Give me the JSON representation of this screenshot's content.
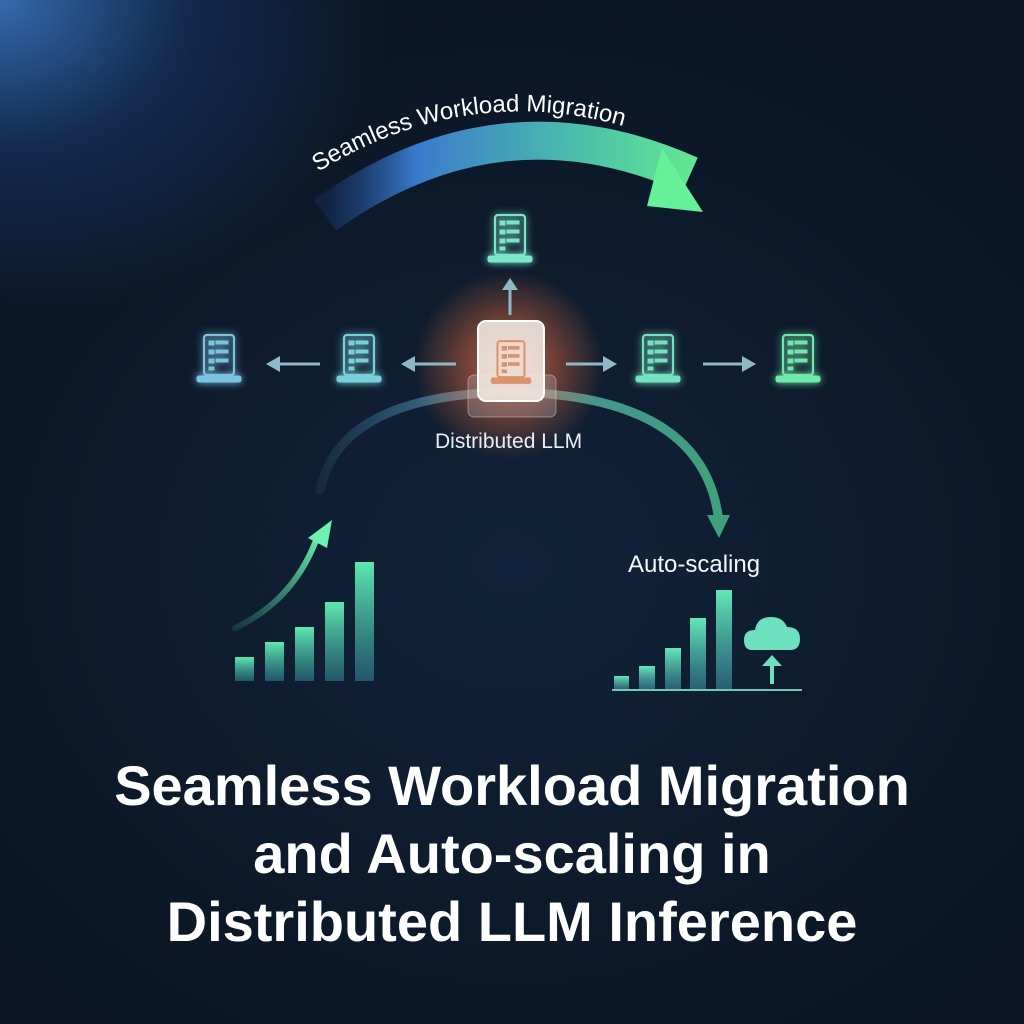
{
  "arc_label": "Seamless Workload Migration",
  "center_label": "Distributed LLM",
  "autoscale_label": "Auto-scaling",
  "title_lines": [
    "Seamless Workload Migration",
    "and Auto-scaling in",
    "Distributed LLM Inference"
  ],
  "colors": {
    "accent_blue": "#3d7fd6",
    "accent_green": "#5ee8a0",
    "teal": "#59d6c4",
    "core_glow": "#ff7a3a"
  },
  "icons": [
    "server-icon",
    "arrow-icon",
    "bar-chart-icon",
    "cloud-upload-icon"
  ]
}
